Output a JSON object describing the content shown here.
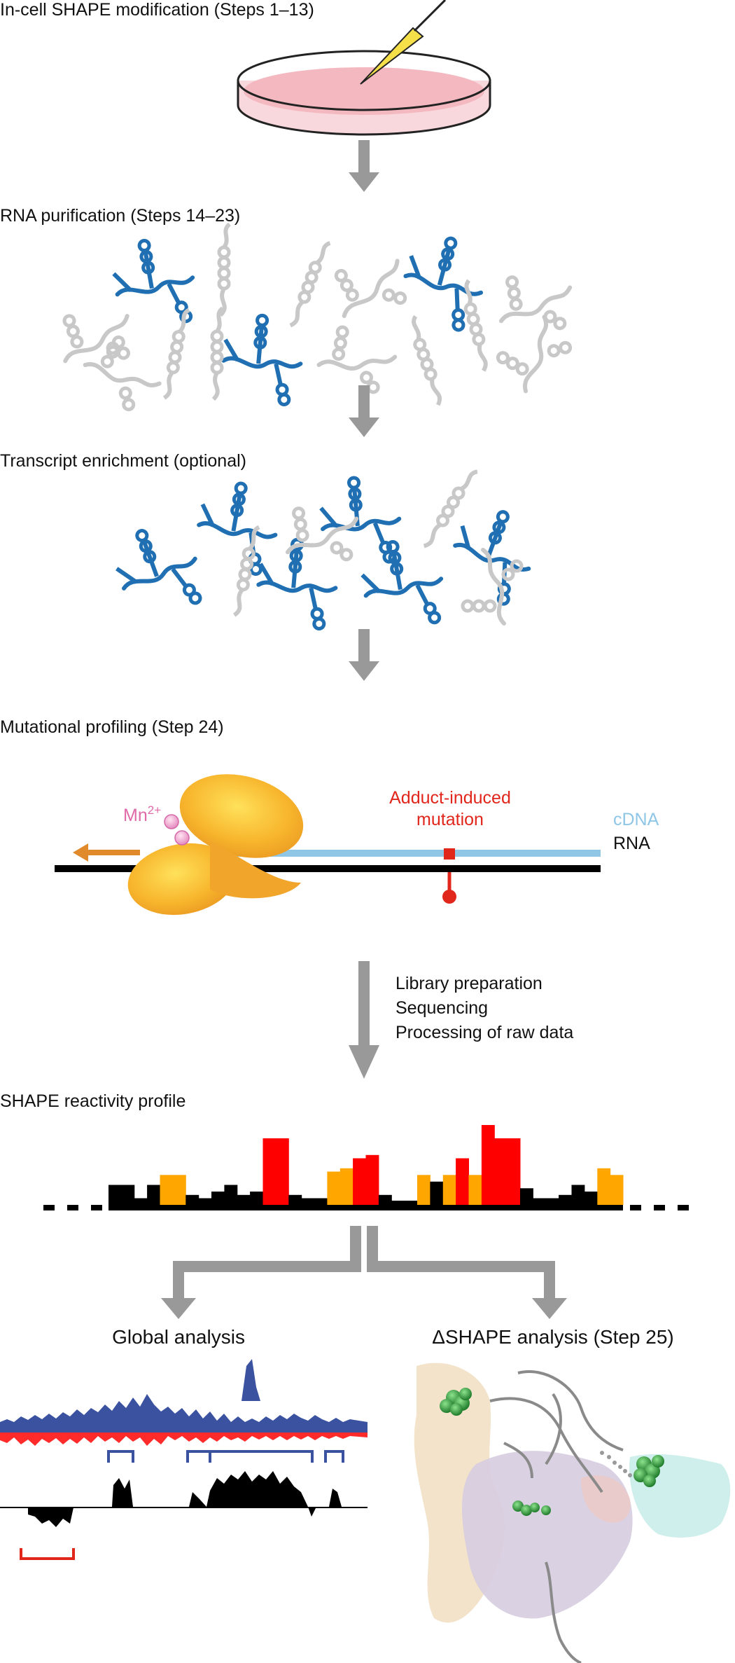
{
  "steps": {
    "step1": "In-cell SHAPE modification (Steps 1–13)",
    "step2": "RNA purification (Steps 14–23)",
    "step3": "Transcript enrichment (optional)",
    "step4": "Mutational profiling (Step 24)",
    "step5": "SHAPE reactivity profile"
  },
  "profiling": {
    "ion": "Mn",
    "ion_charge": "2+",
    "adduct_line1": "Adduct-induced",
    "adduct_line2": "mutation",
    "cdna": "cDNA",
    "rna": "RNA"
  },
  "processing_steps": [
    "Library preparation",
    "Sequencing",
    "Processing of raw data"
  ],
  "analysis": {
    "global": "Global analysis",
    "delta": "ΔSHAPE analysis (Step 25)"
  },
  "reactivity": {
    "levels": [
      0.3,
      0.3,
      0.1,
      0.3,
      0.45,
      0.45,
      0.15,
      0.1,
      0.2,
      0.3,
      0.15,
      0.2,
      1.0,
      1.0,
      0.15,
      0.1,
      0.1,
      0.5,
      0.55,
      0.7,
      0.75,
      0.15,
      0.05,
      0.05,
      0.45,
      0.35,
      0.45,
      0.7,
      0.45,
      1.2,
      1.0,
      1.0,
      0.25,
      0.1,
      0.1,
      0.15,
      0.3,
      0.2,
      0.55,
      0.45
    ],
    "color_low": "#000000",
    "color_mid": "#ffa600",
    "color_high": "#ff0000"
  },
  "colors": {
    "arrow": "#999999",
    "rna_blue": "#1f6fb2",
    "rna_gray": "#c8c8c8",
    "enzyme": "#f5a623",
    "cdna": "#8fc6e6",
    "mutation": "#e1261c",
    "global_top": "#3a52a0",
    "global_bottom": "#ff2a2a"
  }
}
